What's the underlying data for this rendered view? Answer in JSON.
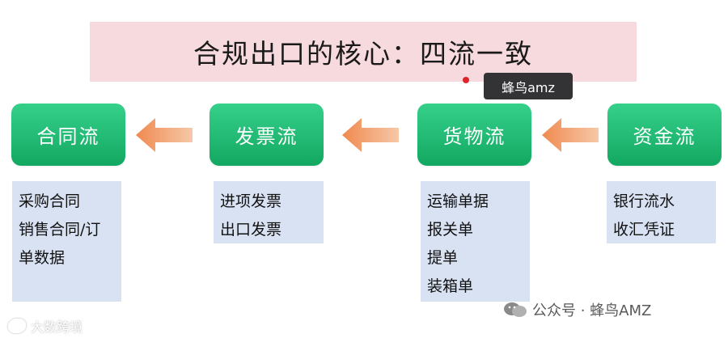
{
  "title": "合规出口的核心：四流一致",
  "tooltip": "蜂鸟amz",
  "flows": [
    {
      "label": "合同流",
      "documents": [
        "采购合同",
        "销售合同/订",
        "单数据"
      ]
    },
    {
      "label": "发票流",
      "documents": [
        "进项发票",
        "出口发票"
      ]
    },
    {
      "label": "货物流",
      "documents": [
        "运输单据",
        "报关单",
        "提单",
        "装箱单"
      ]
    },
    {
      "label": "资金流",
      "documents": [
        "银行流水",
        "收汇凭证"
      ]
    }
  ],
  "colors": {
    "banner": "#f7dadd",
    "flow_box": "#1fbb74",
    "doc_box": "#d9e2f3",
    "arrow": "#f0a070",
    "tooltip_bg": "#333336",
    "dot": "#e0242a"
  },
  "watermarks": {
    "left": "大数跨境",
    "right": "公众号 · 蜂鸟AMZ"
  }
}
